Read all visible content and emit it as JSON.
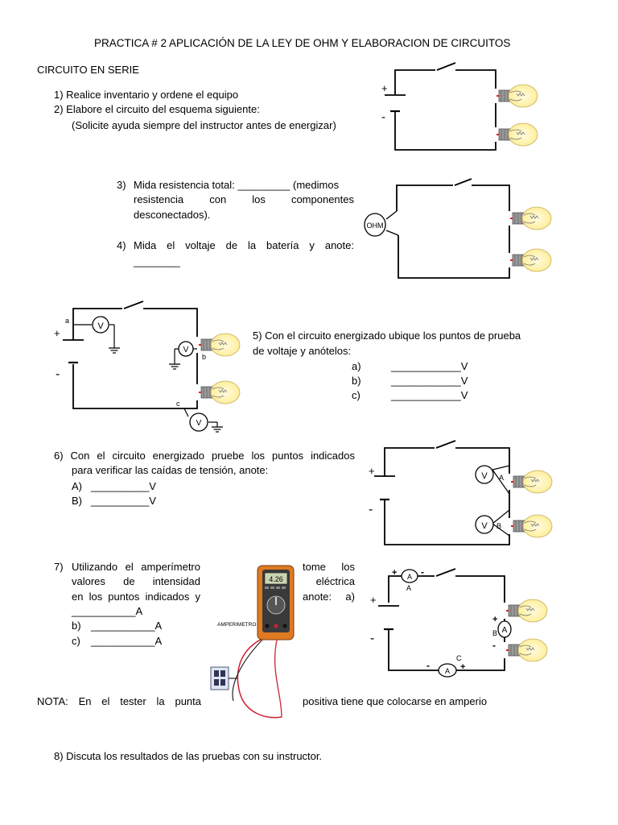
{
  "title": "PRACTICA # 2 APLICACIÓN DE LA LEY DE OHM Y ELABORACION DE CIRCUITOS",
  "section": "CIRCUITO EN SERIE",
  "steps": {
    "s1": "1) Realice inventario y ordene el equipo",
    "s2": "2) Elabore el circuito del esquema siguiente:",
    "s2_note": "(Solicite ayuda siempre del instructor antes de energizar)",
    "s3_num": "3)",
    "s3_l1": "Mida resistencia total: _________ (medimos",
    "s3_l2": "resistencia con los componentes",
    "s3_l3": "desconectados).",
    "s4_num": "4)",
    "s4_l1": "Mida el voltaje de la batería y anote:",
    "s4_l2": "________",
    "s5_l1": "5)        Con el circuito energizado ubique los puntos de prueba",
    "s5_l2": "de voltaje y anótelos:",
    "s5_items": [
      {
        "label": "a)",
        "blank": "____________V"
      },
      {
        "label": "b)",
        "blank": "____________V"
      },
      {
        "label": "c)",
        "blank": "____________V"
      }
    ],
    "s6_l1": "6) Con el circuito energizado pruebe los puntos indicados",
    "s6_l2": "para verificar las caídas de tensión, anote:",
    "s6_items": [
      {
        "label": "A)",
        "blank": "__________V"
      },
      {
        "label": "B)",
        "blank": "__________V"
      }
    ],
    "s7_num": "7)",
    "s7_left_l1": "Utilizando el amperímetro",
    "s7_left_l2": "valores de intensidad",
    "s7_left_l3": "en los puntos indicados y",
    "s7_right_l1": "tome los",
    "s7_right_l2": "eléctrica",
    "s7_right_l3": "anote: a)",
    "s7_a_blank": "___________A",
    "s7_items": [
      {
        "label": "b)",
        "blank": "___________A"
      },
      {
        "label": "c)",
        "blank": "___________A"
      }
    ],
    "nota_left": "NOTA: En el tester la punta",
    "nota_right": "positiva tiene que colocarse en amperio",
    "s8": "8)   Discuta los resultados de las pruebas con su instructor."
  },
  "diagram_labels": {
    "plus": "+",
    "minus": "-",
    "ohm": "OHM",
    "v": "V",
    "a_upper": "A",
    "b_upper": "B",
    "c_upper": "C",
    "a_lower": "a",
    "b_lower": "b",
    "c_lower": "c",
    "multimeter_label": "AMPERIMETRO",
    "multimeter_reading": "4.26"
  }
}
